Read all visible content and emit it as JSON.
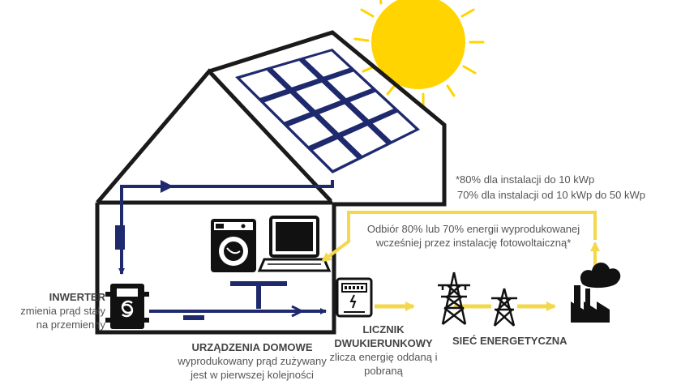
{
  "colors": {
    "house": "#1a1a1a",
    "navy": "#1f2a6e",
    "yellow": "#f3d84b",
    "sun": "#ffd400",
    "text": "#555555",
    "heading": "#444444"
  },
  "inverter": {
    "title": "INWERTER",
    "line1": "zmienia prąd stały",
    "line2": "na przemienny"
  },
  "appliances": {
    "title": "URZĄDZENIA DOMOWE",
    "line1": "wyprodukowany prąd zużywany",
    "line2": "jest w pierwszej kolejności"
  },
  "meter": {
    "title1": "LICZNIK",
    "title2": "DWUKIERUNKOWY",
    "line1": "zlicza energię oddaną i",
    "line2": "pobraną"
  },
  "grid": {
    "title": "SIEĆ ENERGETYCZNA"
  },
  "footnote": {
    "line1": "*80% dla instalacji do 10 kWp",
    "line2": "70% dla instalacji od 10 kWp do 50 kWp"
  },
  "draw_back": {
    "line1": "Odbiór 80% lub 70% energii wyprodukowanej",
    "line2": "wcześniej przez instalację fotowoltaiczną*"
  },
  "icons": [
    "sun-icon",
    "solar-panel-icon",
    "washing-machine-icon",
    "laptop-icon",
    "inverter-icon",
    "meter-icon",
    "pylon-icon",
    "power-plant-icon"
  ]
}
